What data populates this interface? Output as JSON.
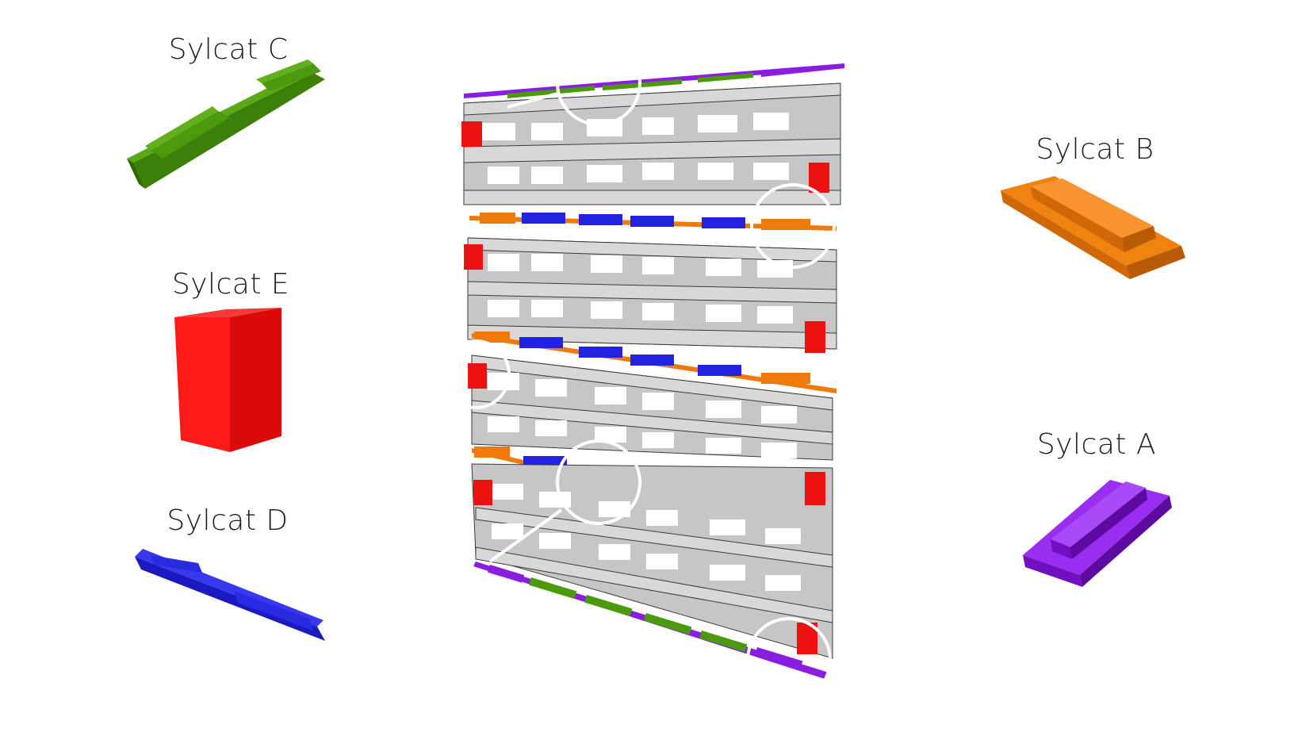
{
  "labels": {
    "sylcat_c": "Sylcat C",
    "sylcat_e": "Sylcat E",
    "sylcat_d": "Sylcat D",
    "sylcat_b": "Sylcat B",
    "sylcat_a": "Sylcat A"
  },
  "colors": {
    "sylcat_a": "#8a1ee0",
    "sylcat_b": "#ee7a0c",
    "sylcat_c": "#4a9a0c",
    "sylcat_d": "#2222e0",
    "sylcat_e": "#ee1111",
    "frame": "#c8c8c8",
    "highlight_circle": "#ffffff"
  }
}
